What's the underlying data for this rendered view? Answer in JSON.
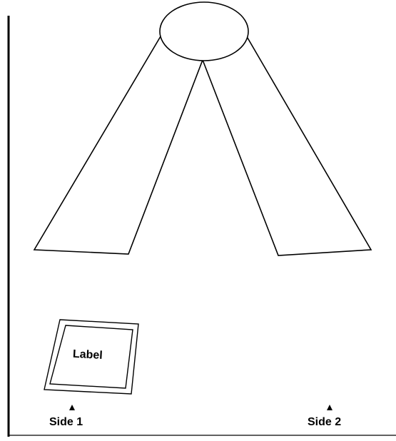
{
  "diagram": {
    "label_text": "Label",
    "side1_text": "Side 1",
    "side2_text": "Side 2",
    "line_color": "#000000",
    "background_color": "#ffffff"
  }
}
